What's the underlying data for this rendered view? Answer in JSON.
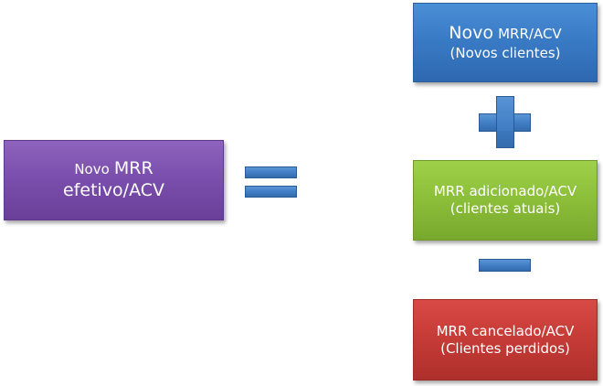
{
  "diagram": {
    "total_box": {
      "line1_prefix": "Novo",
      "line1_main": "MRR",
      "line2": "efetivo/ACV"
    },
    "new_box": {
      "line1_prefix": "Novo",
      "line1_main": "MRR/ACV",
      "line2": "(Novos clientes)"
    },
    "added_box": {
      "line1": "MRR adicionado/ACV",
      "line2": "(clientes atuais)"
    },
    "lost_box": {
      "line1": "MRR cancelado/ACV",
      "line2": "(Clientes perdidos)"
    },
    "operators": {
      "equals": "equals-sign",
      "plus": "plus-sign",
      "minus": "minus-sign"
    },
    "colors": {
      "total": "#7b4fad",
      "new": "#3a7bc6",
      "added": "#8dc03a",
      "lost": "#c73c37",
      "operator": "#3f7cc2"
    }
  }
}
